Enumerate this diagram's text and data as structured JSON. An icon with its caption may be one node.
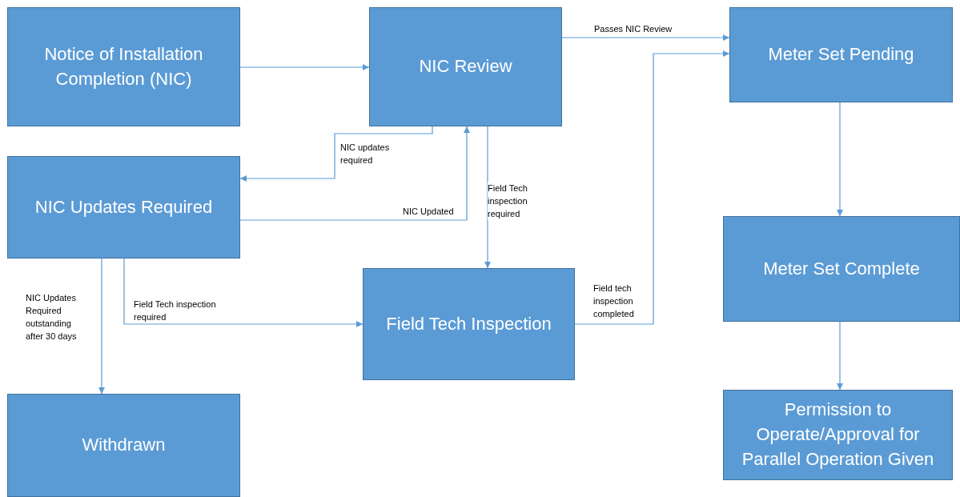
{
  "diagram": {
    "nodes": [
      {
        "text": [
          "Notice of Installation Completion (NIC)"
        ]
      },
      {
        "text": [
          "NIC Review"
        ]
      },
      {
        "text": [
          "Meter Set Pending"
        ]
      },
      {
        "text": [
          "NIC Updates Required"
        ]
      },
      {
        "text": [
          "Field Tech Inspection"
        ]
      },
      {
        "text": [
          "Meter Set Complete"
        ]
      },
      {
        "text": [
          "Withdrawn"
        ]
      },
      {
        "text": [
          "Permission to Operate/Approval for Parallel Operation Given"
        ]
      }
    ],
    "edges": [
      {
        "from": 0,
        "to": 1,
        "arrow": "to"
      },
      {
        "from": 1,
        "to": 2,
        "arrow": "to",
        "label": "Passes NIC Review"
      },
      {
        "from": 1,
        "to": 3,
        "arrow": "to",
        "label": "NIC updates required"
      },
      {
        "from": 3,
        "to": 1,
        "arrow": "to",
        "label": "NIC Updated"
      },
      {
        "from": 1,
        "to": 4,
        "arrow": "to",
        "label": "Field Tech inspection required"
      },
      {
        "from": 3,
        "to": 4,
        "arrow": "to",
        "label": "Field Tech inspection required"
      },
      {
        "from": 3,
        "to": 6,
        "arrow": "to",
        "label": "NIC Updates Required outstanding after 30 days"
      },
      {
        "from": 4,
        "to": 2,
        "arrow": "to",
        "label": "Field tech inspection completed"
      },
      {
        "from": 2,
        "to": 5,
        "arrow": "to"
      },
      {
        "from": 5,
        "to": 7,
        "arrow": "to"
      }
    ]
  }
}
